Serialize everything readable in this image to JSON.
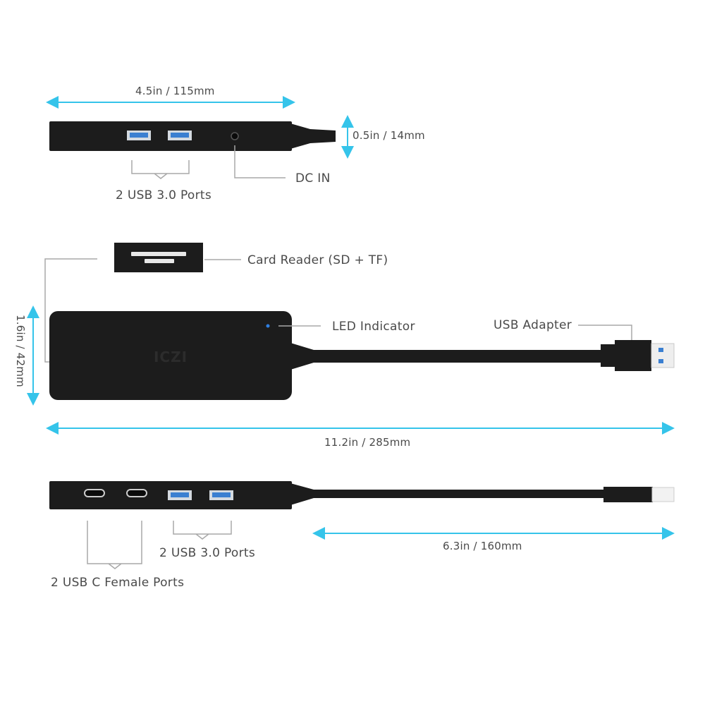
{
  "dimensions": {
    "top_width": "4.5in / 115mm",
    "top_height": "0.5in / 14mm",
    "body_height": "1.6in / 42mm",
    "total_length": "11.2in / 285mm",
    "cable_length": "6.3in / 160mm"
  },
  "callouts": {
    "top_usb_ports": "2 USB 3.0 Ports",
    "dc_in": "DC IN",
    "card_reader": "Card Reader (SD + TF)",
    "led_indicator": "LED Indicator",
    "usb_adapter": "USB Adapter",
    "bottom_usb_ports": "2 USB 3.0 Ports",
    "usb_c_ports": "2 USB C Female Ports"
  },
  "logo_text": "ICZI",
  "colors": {
    "device_body": "#1c1c1c",
    "dimension_arrow": "#35c4ea",
    "callout_line": "#a8a8a8",
    "usb_port_blue": "#3a7fd1",
    "text": "#4a4a4a"
  }
}
